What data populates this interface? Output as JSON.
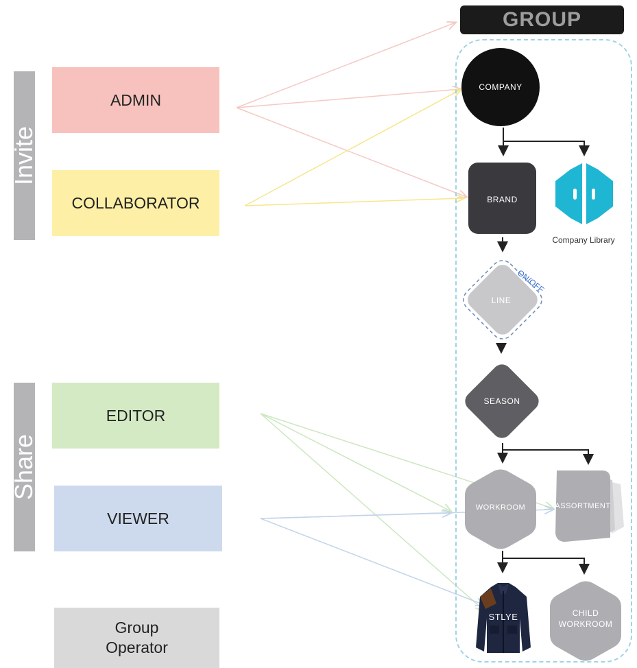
{
  "group": {
    "title": "GROUP"
  },
  "side_labels": {
    "invite": "Invite",
    "share": "Share"
  },
  "roles": {
    "admin": "ADMIN",
    "collaborator": "COLLABORATOR",
    "editor": "EDITOR",
    "viewer": "VIEWER",
    "group_operator_line1": "Group",
    "group_operator_line2": "Operator"
  },
  "nodes": {
    "company": "COMPANY",
    "brand": "BRAND",
    "company_library": "Company Library",
    "line": "LINE",
    "on_off": "ON/OFF",
    "season": "SEASON",
    "workroom": "WORKROOM",
    "assortment": "ASSORTMENT",
    "style": "STLYE",
    "child_workroom_line1": "CHILD",
    "child_workroom_line2": "WORKROOM"
  },
  "colors": {
    "admin": "#f7c2bd",
    "collaborator": "#fdf0a6",
    "editor": "#d4eac4",
    "viewer": "#cdd9ec",
    "group_operator": "#d9d9d9",
    "side_label": "#b4b4b6",
    "company": "#111111",
    "brand": "#3a393e",
    "line": "#c8c8ca",
    "season": "#5f5e62",
    "workroom": "#aeadb1",
    "library": "#1fb6d3"
  }
}
